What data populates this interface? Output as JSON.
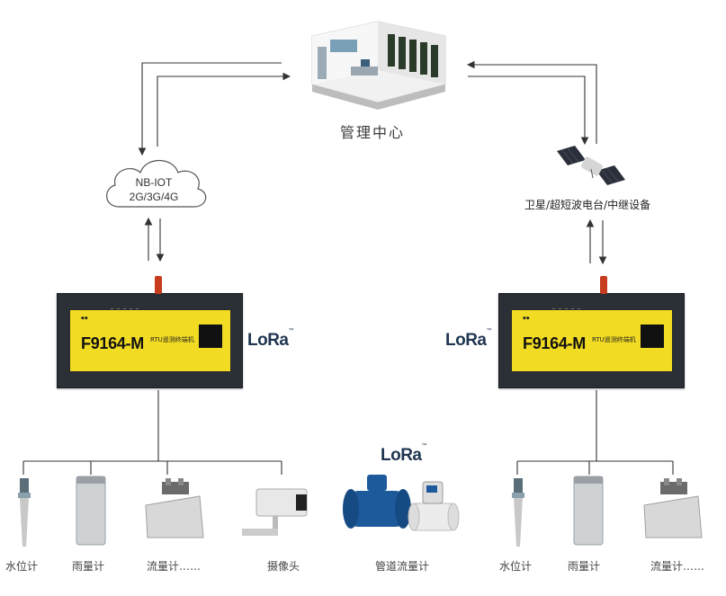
{
  "center": {
    "label": "管理中心"
  },
  "cloud": {
    "line1": "NB-IOT",
    "line2": "2G/3G/4G"
  },
  "satellite": {
    "label": "卫星/超短波电台/中继设备"
  },
  "rtu": {
    "model": "F9164-M",
    "subtitle": "RTU遥测终端机"
  },
  "lora": {
    "text": "LoRa",
    "tm": "™"
  },
  "left_devices": [
    {
      "label": "水位计",
      "icon": "level-sensor-icon"
    },
    {
      "label": "雨量计",
      "icon": "rain-gauge-icon"
    },
    {
      "label": "流量计……",
      "icon": "flow-meter-icon"
    },
    {
      "label": "摄像头",
      "icon": "camera-icon"
    }
  ],
  "middle_device": {
    "label": "管道流量计",
    "icon": "pipe-flowmeter-icon"
  },
  "right_devices": [
    {
      "label": "水位计",
      "icon": "level-sensor-icon"
    },
    {
      "label": "雨量计",
      "icon": "rain-gauge-icon"
    },
    {
      "label": "流量计……",
      "icon": "flow-meter-icon"
    }
  ],
  "colors": {
    "rtu_body": "#2b2f36",
    "rtu_panel": "#f2dc23",
    "antenna": "#c63c1d",
    "lora_blue": "#1f3550",
    "line": "#333333"
  }
}
